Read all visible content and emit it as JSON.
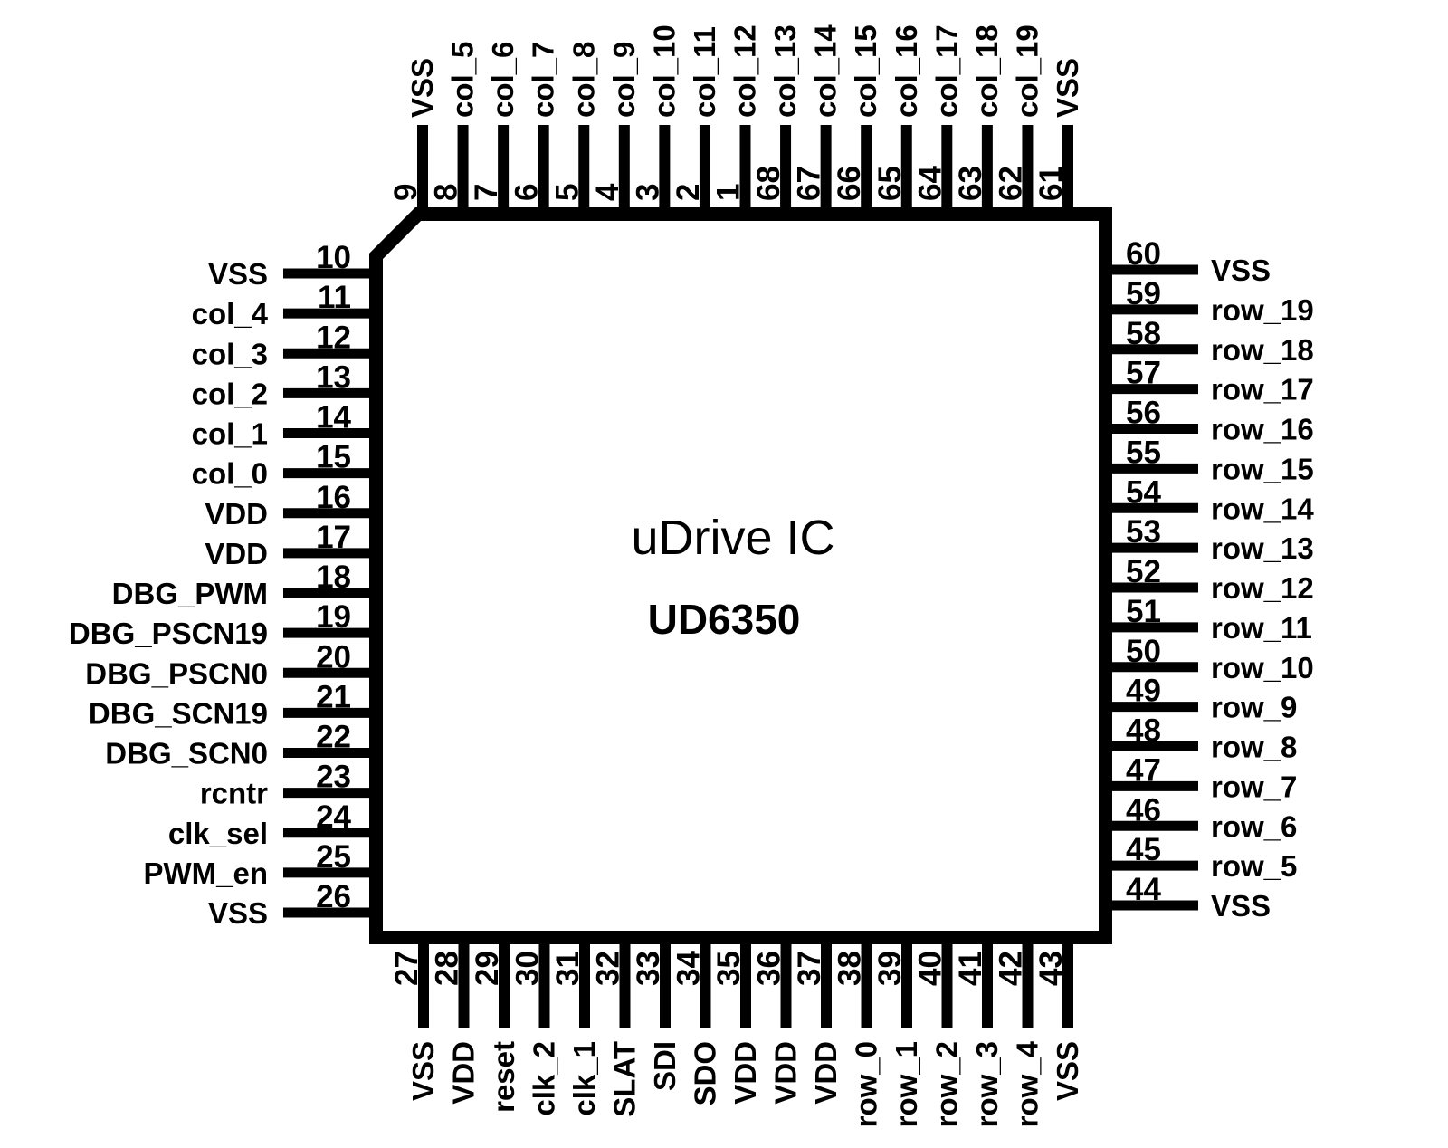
{
  "chip": {
    "title": "uDrive IC",
    "part_number": "UD6350"
  },
  "colors": {
    "ink": "#000000",
    "background": "#ffffff"
  },
  "package": {
    "sides": {
      "top": {
        "pins": [
          {
            "number": "9",
            "label": "VSS"
          },
          {
            "number": "8",
            "label": "col_5"
          },
          {
            "number": "7",
            "label": "col_6"
          },
          {
            "number": "6",
            "label": "col_7"
          },
          {
            "number": "5",
            "label": "col_8"
          },
          {
            "number": "4",
            "label": "col_9"
          },
          {
            "number": "3",
            "label": "col_10"
          },
          {
            "number": "2",
            "label": "col_11"
          },
          {
            "number": "1",
            "label": "col_12"
          },
          {
            "number": "68",
            "label": "col_13"
          },
          {
            "number": "67",
            "label": "col_14"
          },
          {
            "number": "66",
            "label": "col_15"
          },
          {
            "number": "65",
            "label": "col_16"
          },
          {
            "number": "64",
            "label": "col_17"
          },
          {
            "number": "63",
            "label": "col_18"
          },
          {
            "number": "62",
            "label": "col_19"
          },
          {
            "number": "61",
            "label": "VSS"
          }
        ]
      },
      "left": {
        "pins": [
          {
            "number": "10",
            "label": "VSS"
          },
          {
            "number": "11",
            "label": "col_4"
          },
          {
            "number": "12",
            "label": "col_3"
          },
          {
            "number": "13",
            "label": "col_2"
          },
          {
            "number": "14",
            "label": "col_1"
          },
          {
            "number": "15",
            "label": "col_0"
          },
          {
            "number": "16",
            "label": "VDD"
          },
          {
            "number": "17",
            "label": "VDD"
          },
          {
            "number": "18",
            "label": "DBG_PWM"
          },
          {
            "number": "19",
            "label": "DBG_PSCN19"
          },
          {
            "number": "20",
            "label": "DBG_PSCN0"
          },
          {
            "number": "21",
            "label": "DBG_SCN19"
          },
          {
            "number": "22",
            "label": "DBG_SCN0"
          },
          {
            "number": "23",
            "label": "rcntr"
          },
          {
            "number": "24",
            "label": "clk_sel"
          },
          {
            "number": "25",
            "label": "PWM_en"
          },
          {
            "number": "26",
            "label": "VSS"
          }
        ]
      },
      "right": {
        "pins": [
          {
            "number": "60",
            "label": "VSS"
          },
          {
            "number": "59",
            "label": "row_19"
          },
          {
            "number": "58",
            "label": "row_18"
          },
          {
            "number": "57",
            "label": "row_17"
          },
          {
            "number": "56",
            "label": "row_16"
          },
          {
            "number": "55",
            "label": "row_15"
          },
          {
            "number": "54",
            "label": "row_14"
          },
          {
            "number": "53",
            "label": "row_13"
          },
          {
            "number": "52",
            "label": "row_12"
          },
          {
            "number": "51",
            "label": "row_11"
          },
          {
            "number": "50",
            "label": "row_10"
          },
          {
            "number": "49",
            "label": "row_9"
          },
          {
            "number": "48",
            "label": "row_8"
          },
          {
            "number": "47",
            "label": "row_7"
          },
          {
            "number": "46",
            "label": "row_6"
          },
          {
            "number": "45",
            "label": "row_5"
          },
          {
            "number": "44",
            "label": "VSS"
          }
        ]
      },
      "bottom": {
        "pins": [
          {
            "number": "27",
            "label": "VSS"
          },
          {
            "number": "28",
            "label": "VDD"
          },
          {
            "number": "29",
            "label": "reset"
          },
          {
            "number": "30",
            "label": "clk_2"
          },
          {
            "number": "31",
            "label": "clk_1"
          },
          {
            "number": "32",
            "label": "SLAT"
          },
          {
            "number": "33",
            "label": "SDI"
          },
          {
            "number": "34",
            "label": "SDO"
          },
          {
            "number": "35",
            "label": "VDD"
          },
          {
            "number": "36",
            "label": "VDD"
          },
          {
            "number": "37",
            "label": "VDD"
          },
          {
            "number": "38",
            "label": "row_0"
          },
          {
            "number": "39",
            "label": "row_1"
          },
          {
            "number": "40",
            "label": "row_2"
          },
          {
            "number": "41",
            "label": "row_3"
          },
          {
            "number": "42",
            "label": "row_4"
          },
          {
            "number": "43",
            "label": "VSS"
          }
        ]
      }
    }
  }
}
